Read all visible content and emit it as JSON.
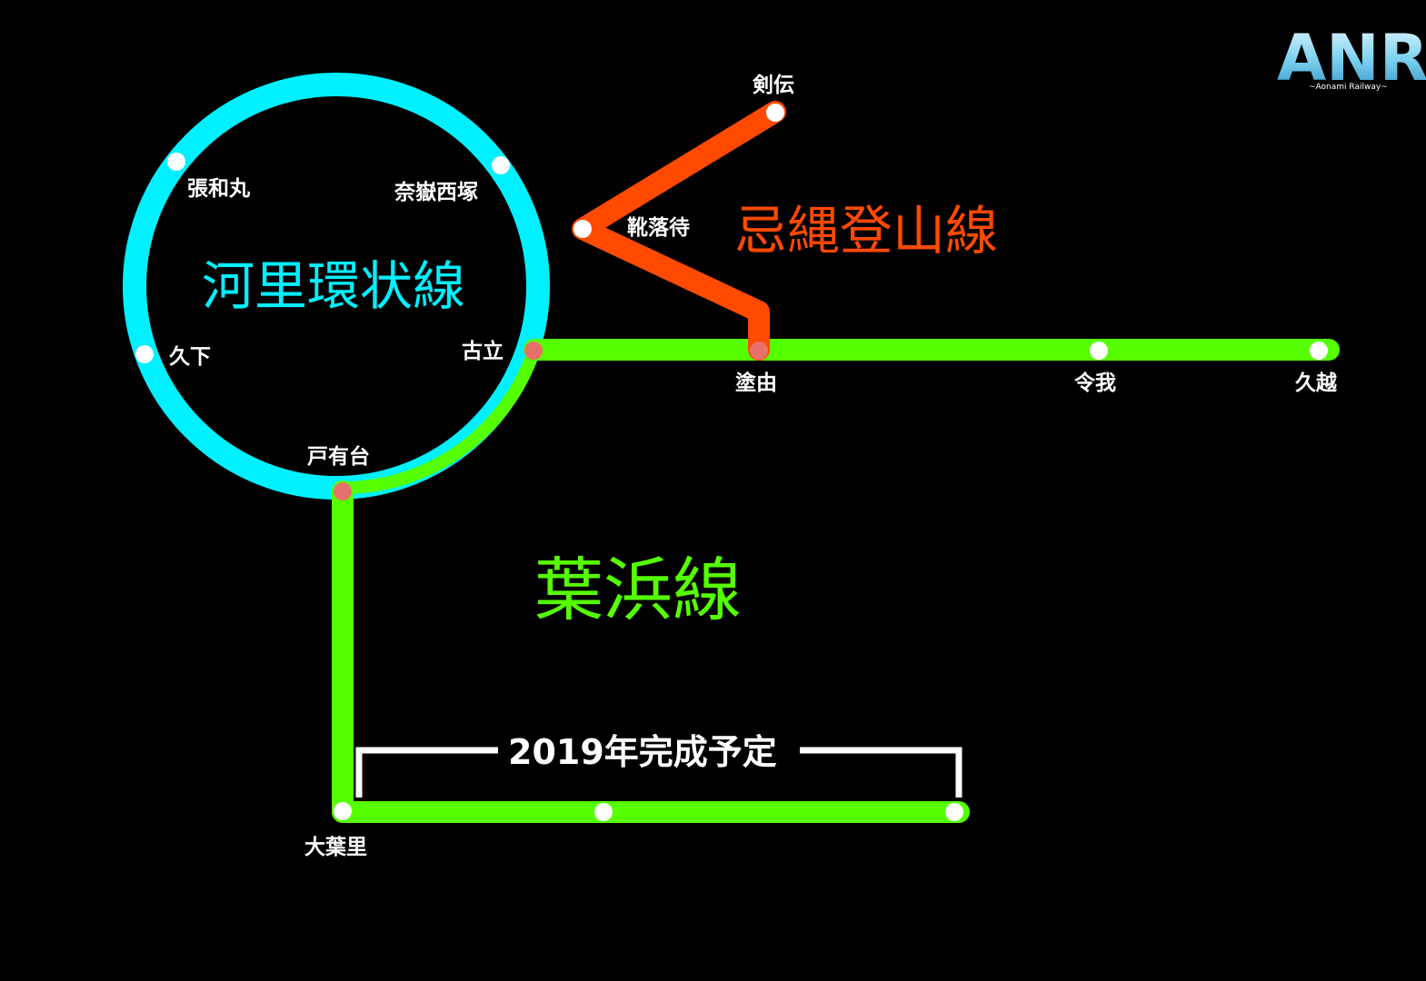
{
  "colors": {
    "background": "#000000",
    "loop_line": "#00f0ff",
    "orange_line": "#ff4a00",
    "green_line": "#55ff00",
    "station_normal": "#ffffff",
    "station_transfer": "#e8706a",
    "logo": "#7fd4f0"
  },
  "logo": {
    "text": "ANR",
    "subtitle": "~Aonami Railway~"
  },
  "lines": {
    "loop": {
      "name": "河里環状線"
    },
    "orange": {
      "name": "忌縄登山線"
    },
    "green": {
      "name": "葉浜線"
    }
  },
  "stations": {
    "harimaru": "張和丸",
    "nagaku_nishizuka": "奈嶽西塚",
    "kushita": "久下",
    "furutachi": "古立",
    "toaridai": "戸有台",
    "kenden": "剣伝",
    "kutsuochi": "靴落待",
    "nuriyoshi": "塗由",
    "reiga": "令我",
    "kugoe": "久越",
    "ohahari": "大葉里"
  },
  "note": {
    "text": "2019年完成予定"
  }
}
